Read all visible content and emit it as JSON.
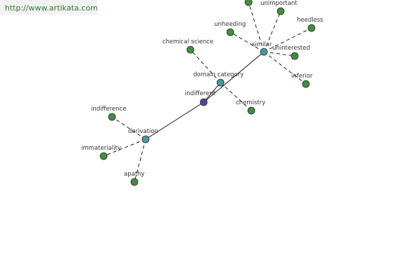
{
  "watermark": {
    "url": "http://www.artikata.com"
  },
  "colors": {
    "center": "#4a4a9a",
    "hub": "#4a9a9a",
    "leaf": "#3f8f3f",
    "node_stroke": "#2a2a2a",
    "edge": "#000000",
    "url_text": "#2e7d2e",
    "url_bg": "#f2f2f2"
  },
  "graph": {
    "center": {
      "id": "indifferent",
      "label": "indifferent"
    },
    "hubs": [
      {
        "id": "similar",
        "label": "similar"
      },
      {
        "id": "domain-category",
        "label": "domain category"
      },
      {
        "id": "derivation",
        "label": "derivation"
      }
    ],
    "leaves": [
      {
        "id": "unimportant",
        "label": "unimportant",
        "hub": "similar"
      },
      {
        "id": "unheeding",
        "label": "unheeding",
        "hub": "similar"
      },
      {
        "id": "heedless",
        "label": "heedless",
        "hub": "similar"
      },
      {
        "id": "uninterested",
        "label": "uninterested",
        "hub": "similar"
      },
      {
        "id": "inferior",
        "label": "inferior",
        "hub": "similar"
      },
      {
        "id": "unlabeled-top",
        "label": "",
        "hub": "similar"
      },
      {
        "id": "chemical-science",
        "label": "chemical science",
        "hub": "domain-category"
      },
      {
        "id": "chemistry",
        "label": "chemistry",
        "hub": "domain-category"
      },
      {
        "id": "indifference",
        "label": "indifference",
        "hub": "derivation"
      },
      {
        "id": "immateriality",
        "label": "immateriality",
        "hub": "derivation"
      },
      {
        "id": "apathy",
        "label": "apathy",
        "hub": "derivation"
      }
    ]
  }
}
